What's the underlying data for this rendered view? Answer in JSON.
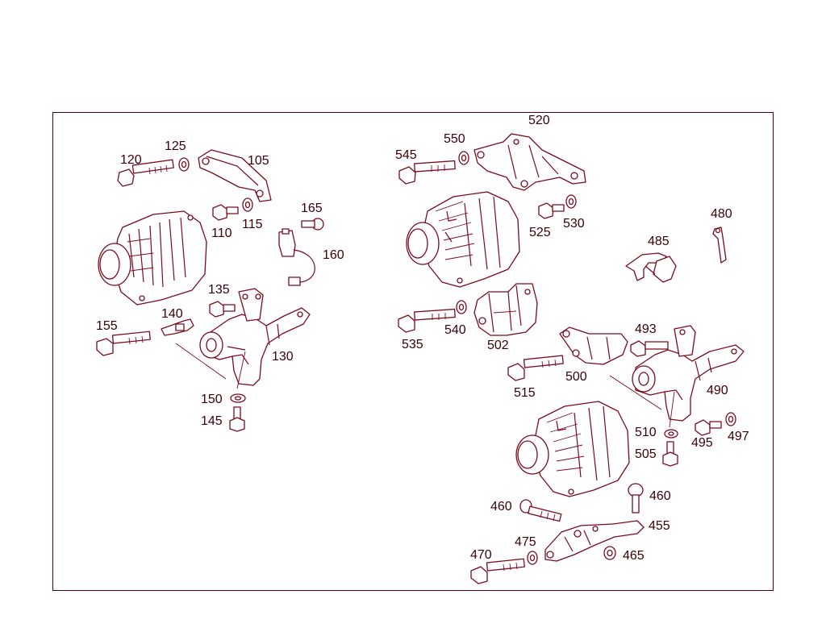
{
  "labels": {
    "l105": "105",
    "l110": "110",
    "l115": "115",
    "l120": "120",
    "l125": "125",
    "l130": "130",
    "l135": "135",
    "l140": "140",
    "l145": "145",
    "l150": "150",
    "l155": "155",
    "l160": "160",
    "l165": "165",
    "l455": "455",
    "l460a": "460",
    "l460b": "460",
    "l465": "465",
    "l470": "470",
    "l475": "475",
    "l480": "480",
    "l485": "485",
    "l490": "490",
    "l493": "493",
    "l495": "495",
    "l497": "497",
    "l500": "500",
    "l502": "502",
    "l505": "505",
    "l510": "510",
    "l515": "515",
    "l520": "520",
    "l525": "525",
    "l530": "530",
    "l535": "535",
    "l540": "540",
    "l545": "545",
    "l550": "550"
  },
  "colors": {
    "line": "#7a0a1c",
    "text": "#3a0008",
    "frame": "#4a0010",
    "background": "#ffffff"
  }
}
